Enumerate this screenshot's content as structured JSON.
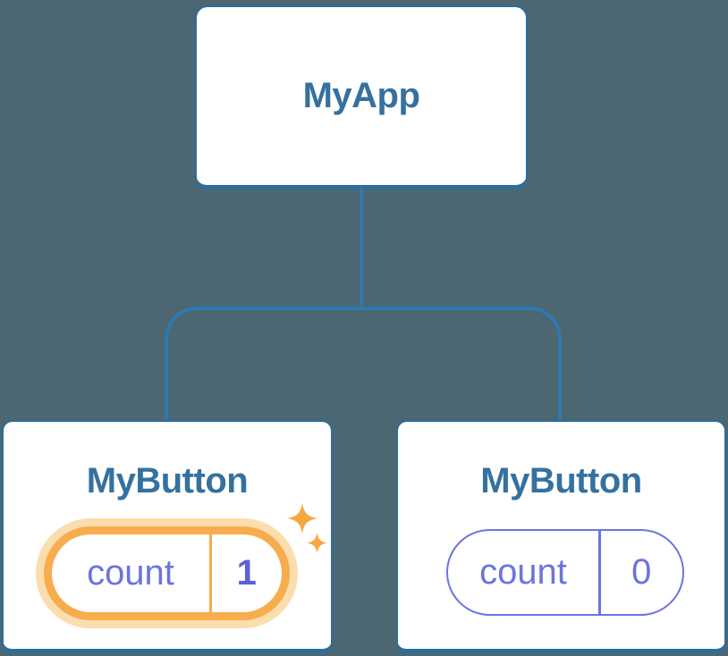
{
  "theme": {
    "canvas_bg": "#4C6672",
    "line_blue": "#2E79AF",
    "card_border_blue": "#2C6D9E",
    "card_bg": "#FFFFFF",
    "title_blue": "#35719F",
    "indigo": "#6B74DF",
    "value_indigo": "#5A62D4",
    "highlight_orange": "#F7AD4D",
    "highlight_halo": "#FBDDAE",
    "sparkle_orange": "#F6A840"
  },
  "tree": {
    "root": {
      "label": "MyApp"
    },
    "children": [
      {
        "label": "MyButton",
        "state_key": "count",
        "state_value": "1",
        "highlighted": true
      },
      {
        "label": "MyButton",
        "state_key": "count",
        "state_value": "0",
        "highlighted": false
      }
    ]
  }
}
